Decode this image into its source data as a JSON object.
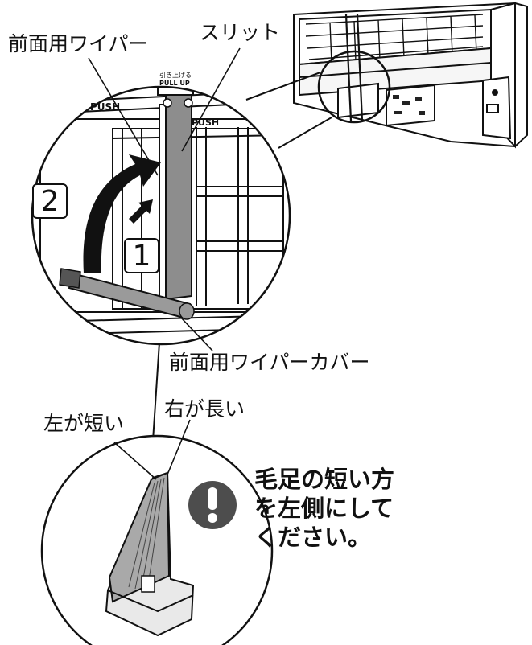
{
  "labels": {
    "front_wiper": "前面用ワイパー",
    "slit": "スリット",
    "front_wiper_cover": "前面用ワイパーカバー",
    "left_short": "左が短い",
    "right_long": "右が長い"
  },
  "steps": {
    "step1": "1",
    "step2": "2"
  },
  "note": {
    "line1": "毛足の短い方",
    "line2": "を左側にして",
    "line3": "ください。"
  },
  "part_text": {
    "push_left": "PUSH",
    "push_right": "PUSH",
    "pull_up_jp": "引き上げる",
    "pull_up_en": "PULL UP"
  },
  "colors": {
    "wiper_gray": "#8d8d8d",
    "cover_gray": "#9a9a9a",
    "bristle_gray": "#a9a9a9",
    "warning_icon": "#4d4d4d"
  }
}
